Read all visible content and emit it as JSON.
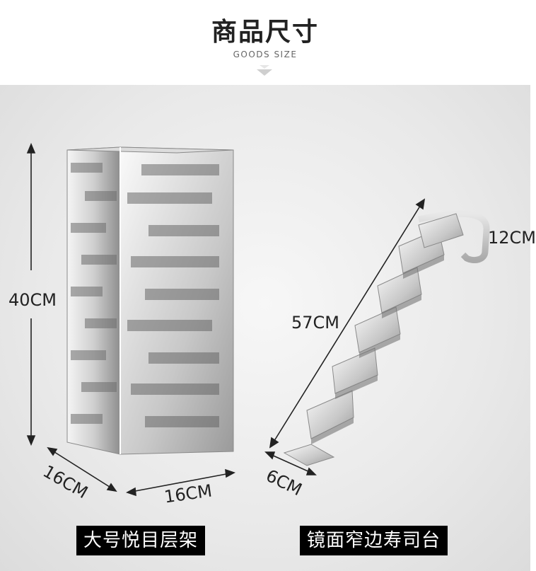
{
  "header": {
    "title": "商品尺寸",
    "subtitle": "GOODS SIZE"
  },
  "tower": {
    "height_label": "40CM",
    "depth_label": "16CM",
    "width_label": "16CM",
    "caption": "大号悦目层架"
  },
  "steps": {
    "length_label": "57CM",
    "height_label": "12CM",
    "width_label": "6CM",
    "caption": "镜面窄边寿司台"
  },
  "colors": {
    "steel_light": "#f2f2f2",
    "steel_mid": "#bdbdbd",
    "steel_dark": "#7d7d7d",
    "caption_bg": "#000000"
  }
}
